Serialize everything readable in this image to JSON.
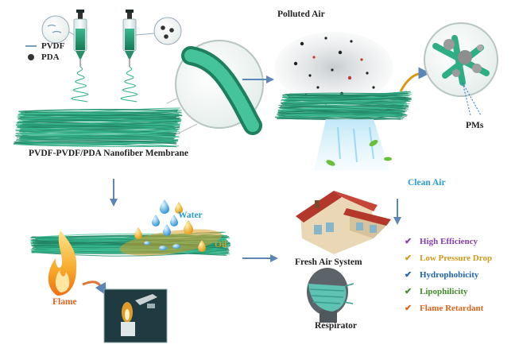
{
  "legend": {
    "pvdf": "PVDF",
    "pda": "PDA"
  },
  "labels": {
    "membrane": "PVDF-PVDF/PDA  Nanofiber Membrane",
    "polluted_air": "Polluted Air",
    "pms": "PMs",
    "clean_air": "Clean Air",
    "water": "Water",
    "oil": "Oil",
    "flame": "Flame",
    "fresh_air_system": "Fresh Air System",
    "respirator": "Respirator"
  },
  "properties": [
    {
      "text": "High Efficiency",
      "color": "#8a3fb5"
    },
    {
      "text": "Low Pressure Drop",
      "color": "#d49a1a"
    },
    {
      "text": "Hydrophobicity",
      "color": "#1f63b0"
    },
    {
      "text": "Lipophilicity",
      "color": "#3f8f2a"
    },
    {
      "text": "Flame Retardant",
      "color": "#e2641c"
    }
  ],
  "colors": {
    "fiber": "#2fae86",
    "fiber_dark": "#1e7f5f",
    "arrow": "#5b86b5",
    "water": "#3fa7e0",
    "oil": "#f0a81b",
    "flame": "#f08a1e"
  }
}
